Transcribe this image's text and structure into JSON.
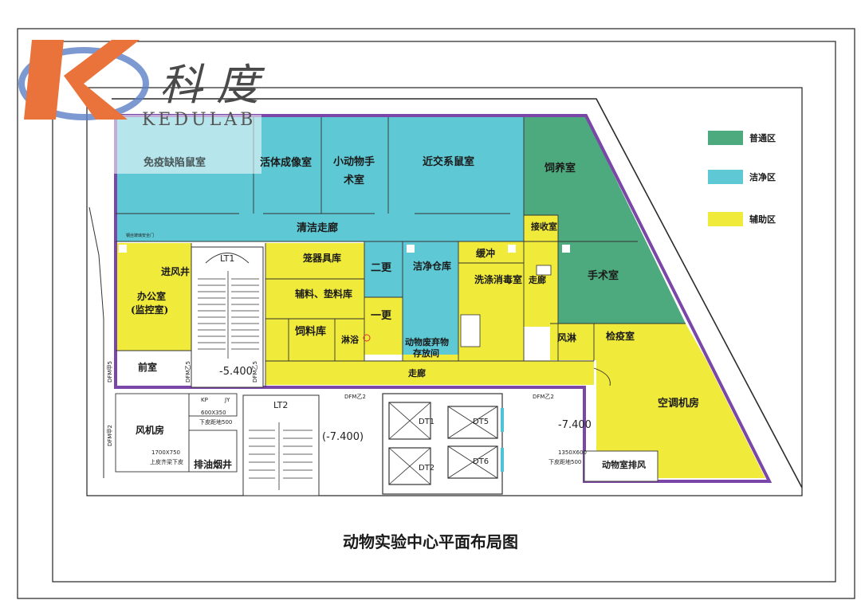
{
  "logo": {
    "cn": "科 度",
    "en": "KEDULAB"
  },
  "legend": [
    {
      "label": "普通区",
      "color": "#4daa7e"
    },
    {
      "label": "洁净区",
      "color": "#5ec8d4"
    },
    {
      "label": "辅助区",
      "color": "#f0ea3a"
    }
  ],
  "rooms": {
    "immunodeficient": "免疫缺陷鼠室",
    "imaging": "活体成像室",
    "small_surgery_1": "小动物手",
    "small_surgery_2": "术室",
    "inbred_mice": "近交系鼠室",
    "breeding": "饲养室",
    "clean_corridor": "清洁走廊",
    "receiving": "接收室",
    "cage_storage": "笼器具库",
    "second_change": "二更",
    "clean_storage": "洁净仓库",
    "buffer": "缓冲",
    "wash_disinfect": "洗涤消毒室",
    "corridor_small": "走廊",
    "surgery": "手术室",
    "materials": "辅料、垫料库",
    "first_change": "一更",
    "feed_storage": "饲料库",
    "shower": "淋浴",
    "waste_1": "动物废弃物",
    "waste_2": "存放间",
    "air_shower": "风淋",
    "quarantine": "检疫室",
    "office_1": "办公室",
    "office_2": "(监控室)",
    "intake_shaft": "进风井",
    "front_room": "前室",
    "corridor": "走廊",
    "hvac_room": "空调机房",
    "fan_room": "风机房",
    "smoke_shaft": "排油烟井",
    "animal_exhaust": "动物室排风",
    "lt1": "LT1",
    "lt2": "LT2",
    "dt1": "DT1",
    "dt2": "DT2",
    "dt5": "DT5",
    "dt6": "DT6"
  },
  "annotations": {
    "level_1": "-5.400",
    "level_2": "(-7.400)",
    "level_3": "-7.400",
    "dfm_1": "DFM甲5",
    "dfm_2": "DFM乙5",
    "dfm_3": "DFM乙5",
    "dfm_4": "DFM乙2",
    "dfm_5": "DFM乙2",
    "dfm_6": "DFM甲2",
    "duct_1": "600X350",
    "duct_1b": "下皮距地500",
    "duct_2": "1700X750",
    "duct_2b": "上皮齐梁下皮",
    "duct_3": "1350X600",
    "duct_3b": "下皮距地500",
    "kp": "KP",
    "jy": "JY",
    "small_note": "钢丝玻璃安全门"
  },
  "title": "动物实验中心平面布局图"
}
